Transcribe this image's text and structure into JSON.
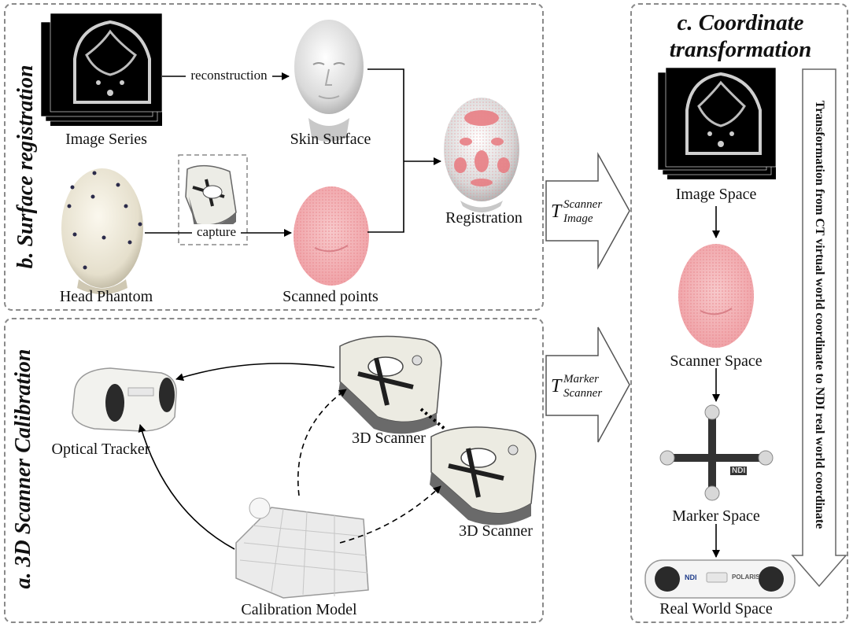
{
  "panel_b": {
    "title": "b. Surface registration",
    "image_series_label": "Image Series",
    "skin_surface_label": "Skin Surface",
    "reconstruction_label": "reconstruction",
    "head_phantom_label": "Head Phantom",
    "capture_label": "capture",
    "scanned_points_label": "Scanned points",
    "registration_label": "Registration"
  },
  "panel_a": {
    "title": "a. 3D Scanner Calibration",
    "optical_tracker_label": "Optical Tracker",
    "scanner_top_label": "3D Scanner",
    "scanner_bottom_label": "3D Scanner",
    "calibration_model_label": "Calibration Model"
  },
  "transforms": {
    "upper": {
      "base": "T",
      "sup": "Scanner",
      "sub": "Image"
    },
    "lower": {
      "base": "T",
      "sup": "Marker",
      "sub": "Scanner"
    }
  },
  "panel_c": {
    "title_line1": "c. Coordinate",
    "title_line2": "transformation",
    "image_space_label": "Image Space",
    "scanner_space_label": "Scanner Space",
    "marker_space_label": "Marker Space",
    "real_world_space_label": "Real World Space",
    "vertical_arrow_text": "Transformation from CT virtual world coordinate to NDI real world coordinate",
    "marker_brand": "NDI",
    "tracker_brand": "NDI",
    "tracker_model": "POLARIS"
  },
  "colors": {
    "skin_red": "#e8777d",
    "points_pink": "#f3b4b7",
    "ct_black": "#000000",
    "panel_border": "#8a8a8a"
  }
}
